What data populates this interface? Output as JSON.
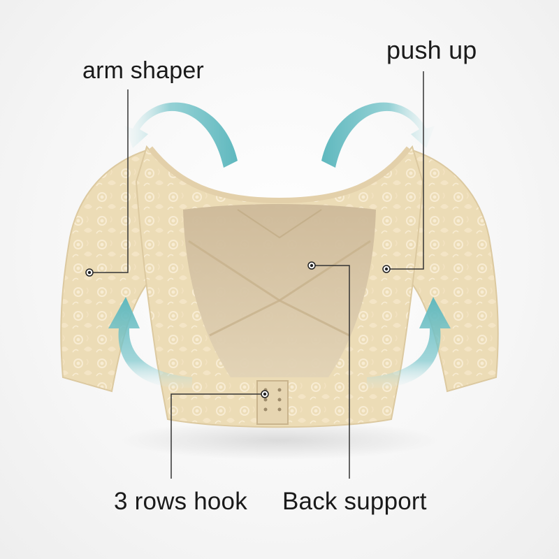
{
  "annotations": {
    "arm_shaper": "arm shaper",
    "push_up": "push up",
    "rows_hook": "3 rows hook",
    "back_support": "Back support"
  },
  "colors": {
    "garment": "#ecdcb6",
    "lace": "#f7ead0",
    "mesh": "#d8c6a6",
    "arrow": "#5fb8be",
    "line": "#333333"
  }
}
